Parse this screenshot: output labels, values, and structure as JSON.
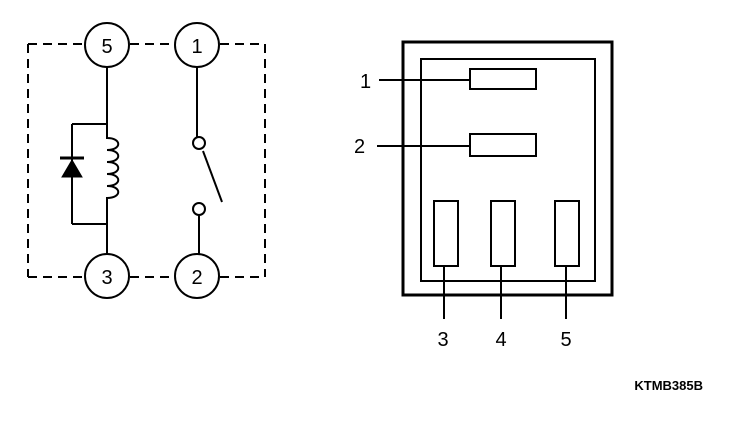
{
  "schematic": {
    "terminals": {
      "t5": "5",
      "t1": "1",
      "t3": "3",
      "t2": "2"
    }
  },
  "connector": {
    "side_labels": {
      "pin1": "1",
      "pin2": "2"
    },
    "bottom_labels": {
      "pin3": "3",
      "pin4": "4",
      "pin5": "5"
    }
  },
  "figure_code": "KTMB385B"
}
